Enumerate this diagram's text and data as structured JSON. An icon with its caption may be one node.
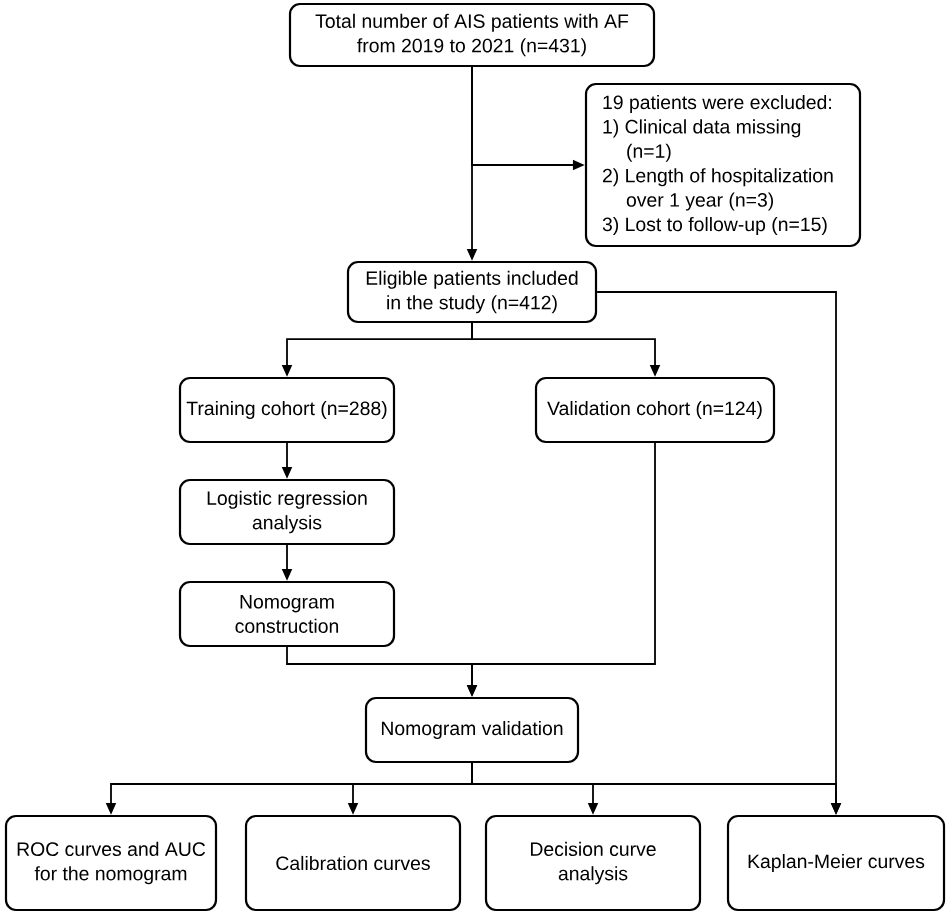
{
  "diagram": {
    "nodes": [
      {
        "text": [
          "Total number of AIS patients with AF from 2019 to 2021 (n=431)"
        ]
      },
      {
        "text": [
          "19 patients were excluded:",
          "1) Clinical data missing (n=1)",
          "2) Length of hospitalization over 1 year (n=3)",
          "3) Lost to follow-up (n=15)"
        ]
      },
      {
        "text": [
          "Eligible patients included in the study (n=412)"
        ]
      },
      {
        "text": [
          "Training cohort (n=288)"
        ]
      },
      {
        "text": [
          "Validation cohort (n=124)"
        ]
      },
      {
        "text": [
          "Logistic regression analysis"
        ]
      },
      {
        "text": [
          "Nomogram construction"
        ]
      },
      {
        "text": [
          "Nomogram validation"
        ]
      },
      {
        "text": [
          "ROC curves and AUC for the nomogram"
        ]
      },
      {
        "text": [
          "Calibration curves"
        ]
      },
      {
        "text": [
          "Decision curve analysis"
        ]
      },
      {
        "text": [
          "Kaplan-Meier curves"
        ]
      }
    ],
    "edges": [
      {
        "from": 0,
        "to": 2,
        "arrow": "to"
      },
      {
        "from": 0,
        "to": 1,
        "arrow": "to"
      },
      {
        "from": 2,
        "to": 3,
        "arrow": "to"
      },
      {
        "from": 2,
        "to": 4,
        "arrow": "to"
      },
      {
        "from": 3,
        "to": 5,
        "arrow": "to"
      },
      {
        "from": 5,
        "to": 6,
        "arrow": "to"
      },
      {
        "from": 6,
        "to": 7,
        "arrow": "to"
      },
      {
        "from": 4,
        "to": 7,
        "arrow": "to"
      },
      {
        "from": 7,
        "to": 8,
        "arrow": "to"
      },
      {
        "from": 7,
        "to": 9,
        "arrow": "to"
      },
      {
        "from": 7,
        "to": 10,
        "arrow": "to"
      },
      {
        "from": 7,
        "to": 11,
        "arrow": "to"
      },
      {
        "from": 2,
        "to": 11,
        "arrow": "to"
      }
    ]
  }
}
